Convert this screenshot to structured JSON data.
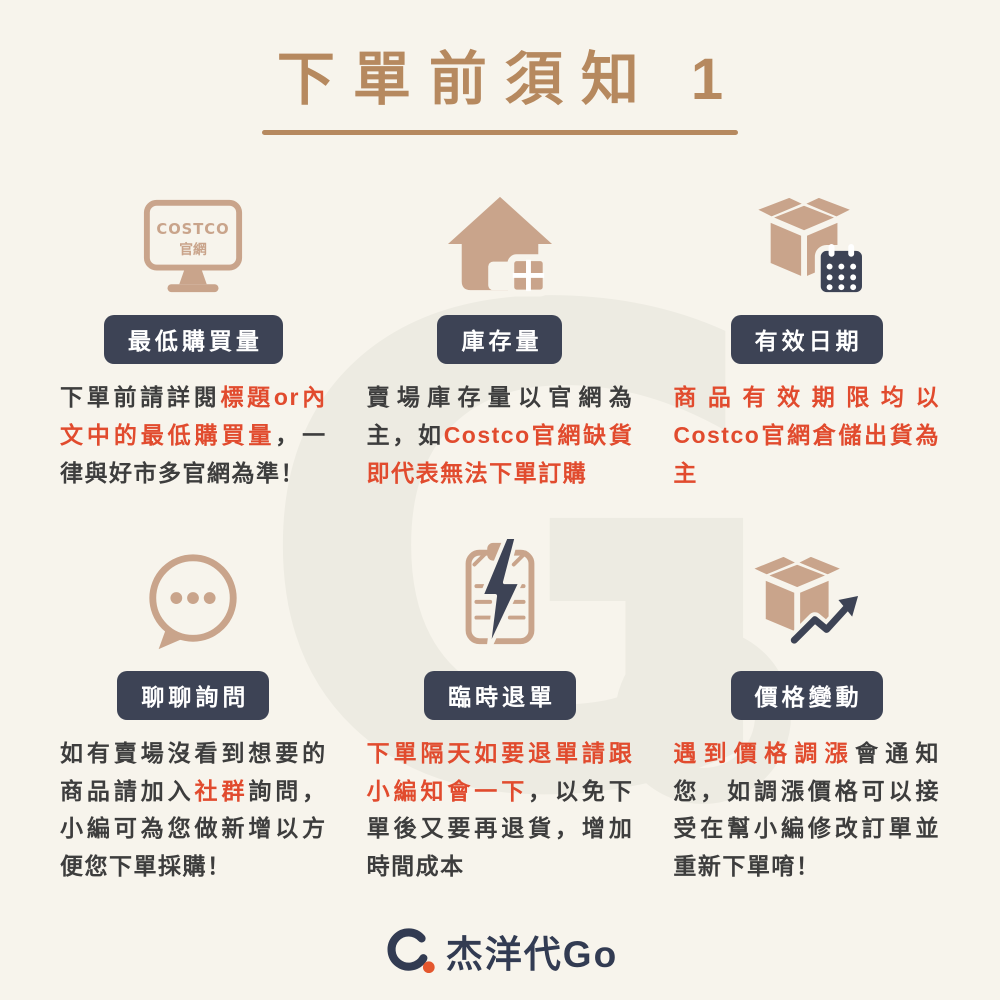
{
  "page": {
    "title": "下單前須知 1"
  },
  "colors": {
    "background": "#f7f4ec",
    "title_brown": "#b6895f",
    "icon_tan": "#c9a48b",
    "badge_navy": "#3d4355",
    "badge_text": "#ffffff",
    "body_text": "#3d3d3d",
    "highlight_red": "#e14b2e",
    "logo_navy": "#323b52",
    "logo_orange": "#e4572e",
    "watermark": "#edebe2"
  },
  "sections": [
    {
      "id": "min-purchase",
      "icon": "costco-website-monitor-icon",
      "icon_labels": {
        "line1": "COSTCO",
        "line2": "官網"
      },
      "badge": "最低購買量",
      "body": [
        {
          "text": "下單前請詳閱",
          "em": false
        },
        {
          "text": "標題or內文中的最低購買量",
          "em": true
        },
        {
          "text": "，一律與好市多官網為準！",
          "em": false
        }
      ]
    },
    {
      "id": "stock",
      "icon": "house-package-icon",
      "badge": "庫存量",
      "body": [
        {
          "text": "賣場庫存量以官網為主，如",
          "em": false
        },
        {
          "text": "Costco官網缺貨即代表無法下單訂購",
          "em": true
        }
      ]
    },
    {
      "id": "expiry",
      "icon": "box-calendar-icon",
      "badge": "有效日期",
      "body": [
        {
          "text": "商品有效期限均以Costco官網倉儲出貨為主",
          "em": true
        }
      ]
    },
    {
      "id": "chat",
      "icon": "chat-bubble-icon",
      "badge": "聊聊詢問",
      "body": [
        {
          "text": "如有賣場沒看到想要的商品請加入",
          "em": false
        },
        {
          "text": "社群",
          "em": true
        },
        {
          "text": "詢問，小編可為您做新增以方便您下單採購！",
          "em": false
        }
      ]
    },
    {
      "id": "cancel",
      "icon": "clipboard-lightning-icon",
      "badge": "臨時退單",
      "body": [
        {
          "text": "下單隔天如要退單請跟小編知會一下",
          "em": true
        },
        {
          "text": "，以免下單後又要再退貨，增加時間成本",
          "em": false
        }
      ]
    },
    {
      "id": "price",
      "icon": "box-trend-arrow-icon",
      "badge": "價格變動",
      "body": [
        {
          "text": "遇到價格調漲",
          "em": true
        },
        {
          "text": "會通知您，如調漲價格可以接受在幫小編修改訂單並重新下單唷！",
          "em": false
        }
      ]
    }
  ],
  "footer": {
    "logo_text": "杰洋代Go"
  }
}
